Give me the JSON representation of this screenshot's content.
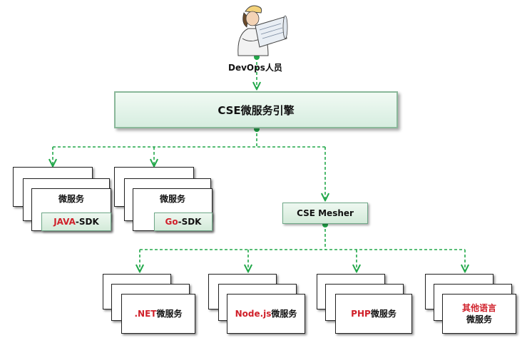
{
  "devops_label": "DevOps人员",
  "engine": {
    "label": "CSE微服务引擎"
  },
  "mesher": {
    "label": "CSE Mesher"
  },
  "sdk_groups": [
    {
      "title": "微服务",
      "sdk_lang": "JAVA",
      "sdk_suffix": "-SDK"
    },
    {
      "title": "微服务",
      "sdk_lang": "Go",
      "sdk_suffix": "-SDK"
    }
  ],
  "mesher_services": [
    {
      "lang": ".NET",
      "suffix": "微服务"
    },
    {
      "lang": "Node.js",
      "suffix": "微服务"
    },
    {
      "lang": "PHP",
      "suffix": "微服务"
    },
    {
      "lang": "其他语言",
      "suffix": "微服务"
    }
  ],
  "colors": {
    "connector": "#22a84a",
    "accent_text": "#d0202a",
    "box_fill": "#d6ede0"
  }
}
